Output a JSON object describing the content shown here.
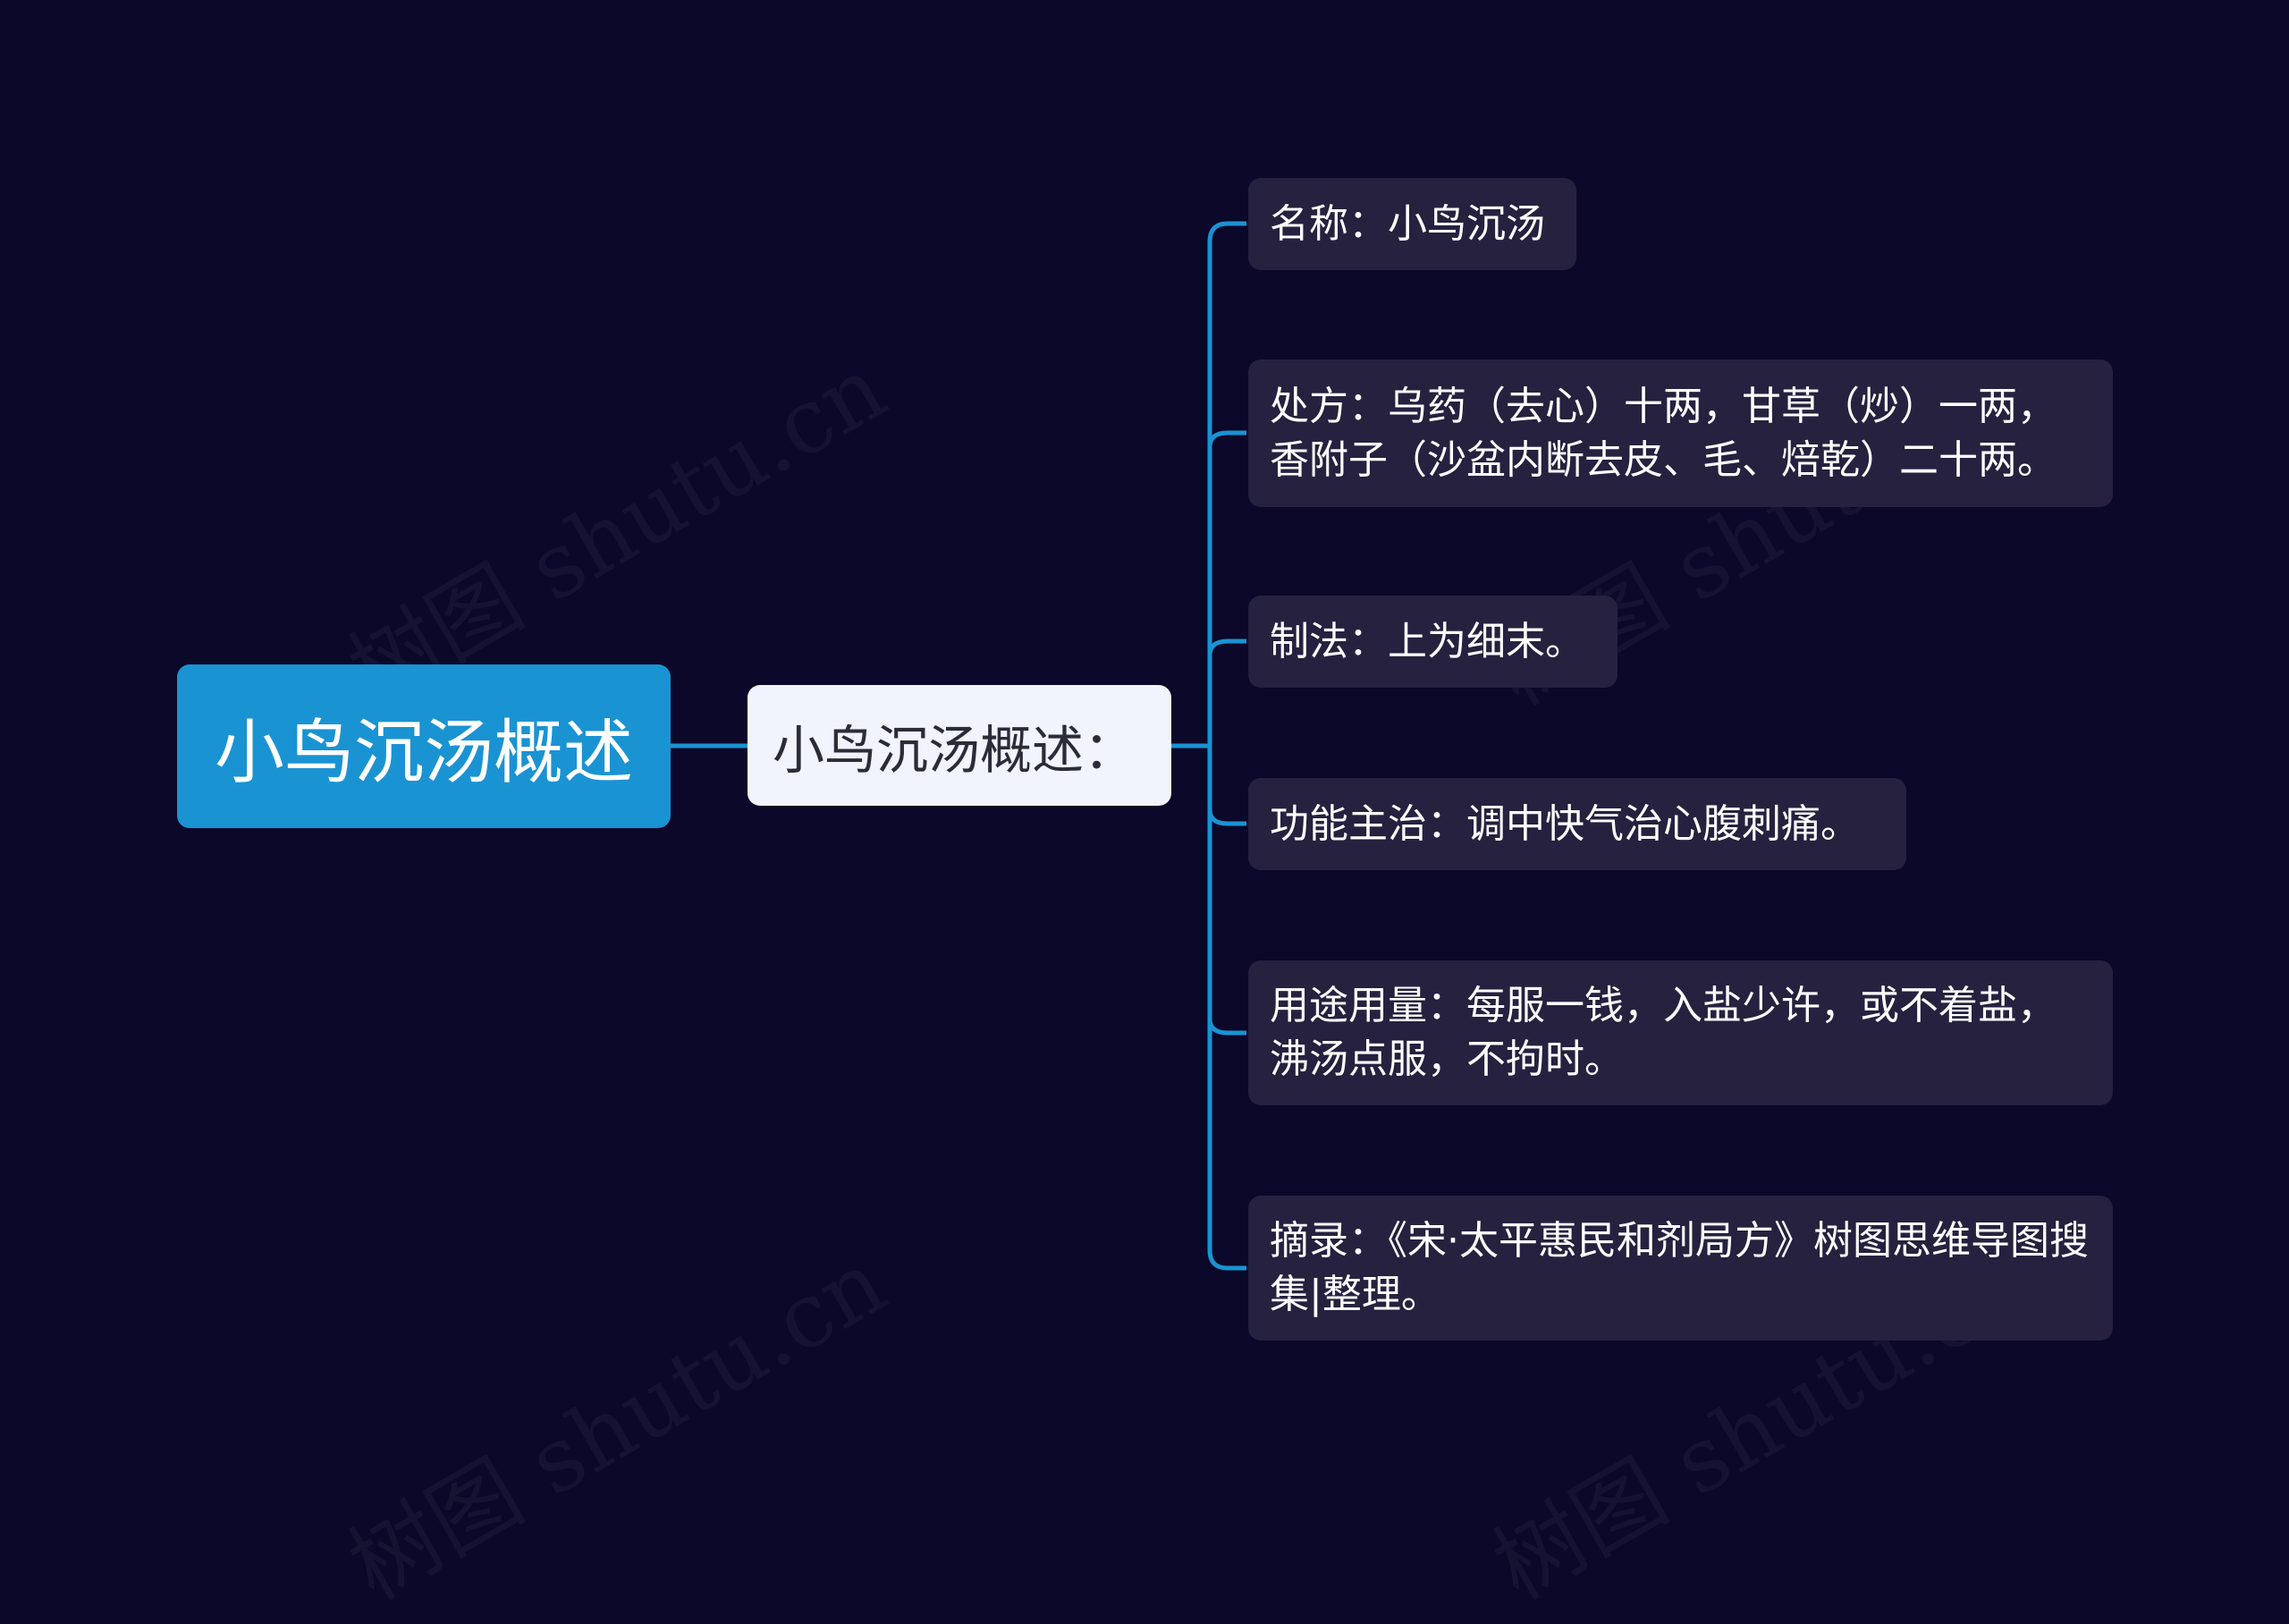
{
  "watermark": "树图 shutu.cn",
  "colors": {
    "background": "#0b0829",
    "root": "#1a93d3",
    "line": "#1a93d3",
    "child": "#25213f",
    "mid": "#f1f4fd"
  },
  "root": {
    "label": "小鸟沉汤概述"
  },
  "mid": {
    "label": "小鸟沉汤概述："
  },
  "children": [
    {
      "label": "名称：小鸟沉汤"
    },
    {
      "label": "处方：乌药（去心）十两，甘草（炒）一两，香附子（沙盆内断去皮、毛、焙乾）二十两。"
    },
    {
      "label": "制法：上为细末。"
    },
    {
      "label": "功能主治：调中快气治心腹刺痛。"
    },
    {
      "label": "用途用量：每服一钱，入盐少许，或不着盐，沸汤点服，不拘时。"
    },
    {
      "label": "摘录：《宋·太平惠民和剂局方》树图思维导图搜集|整理。"
    }
  ]
}
